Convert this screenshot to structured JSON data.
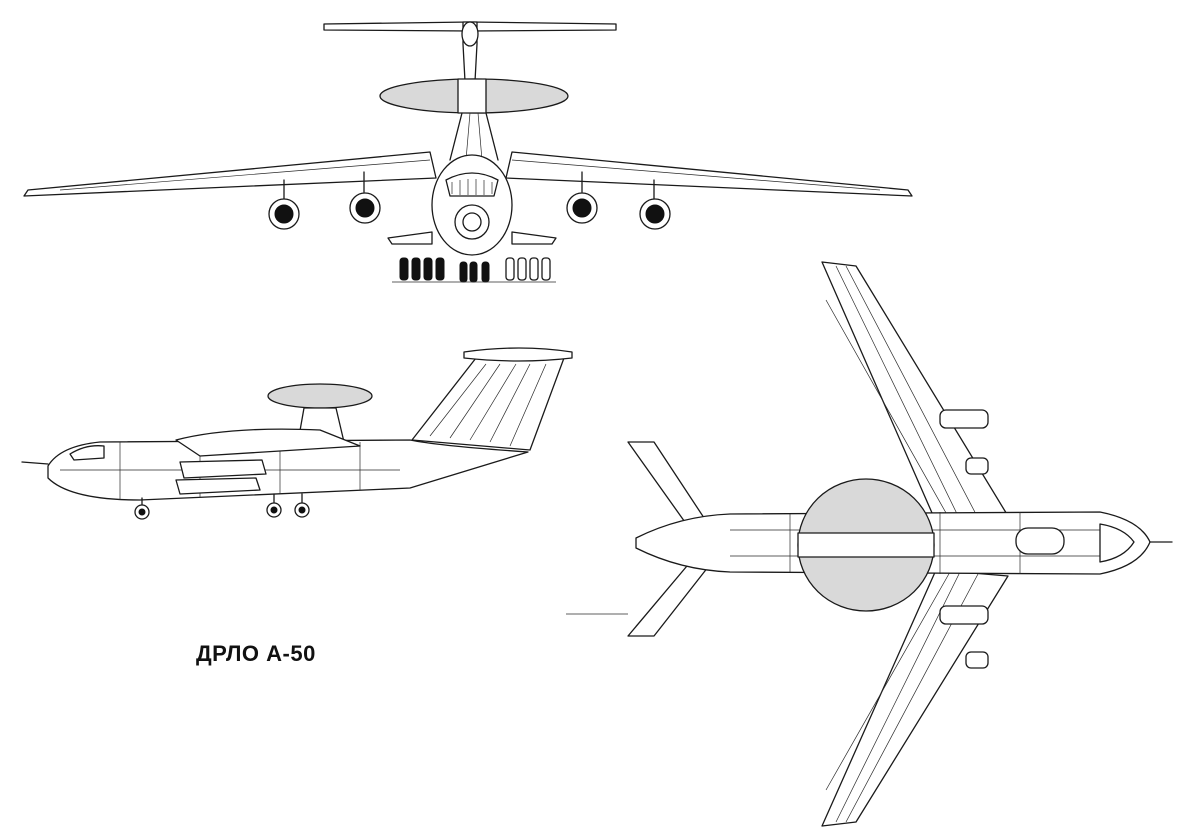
{
  "caption": "ДРЛО А-50",
  "views": [
    "front-view",
    "side-view",
    "top-view"
  ],
  "colors": {
    "line": "#1a1a1a",
    "radome": "#d9d9d9",
    "background": "#ffffff"
  }
}
